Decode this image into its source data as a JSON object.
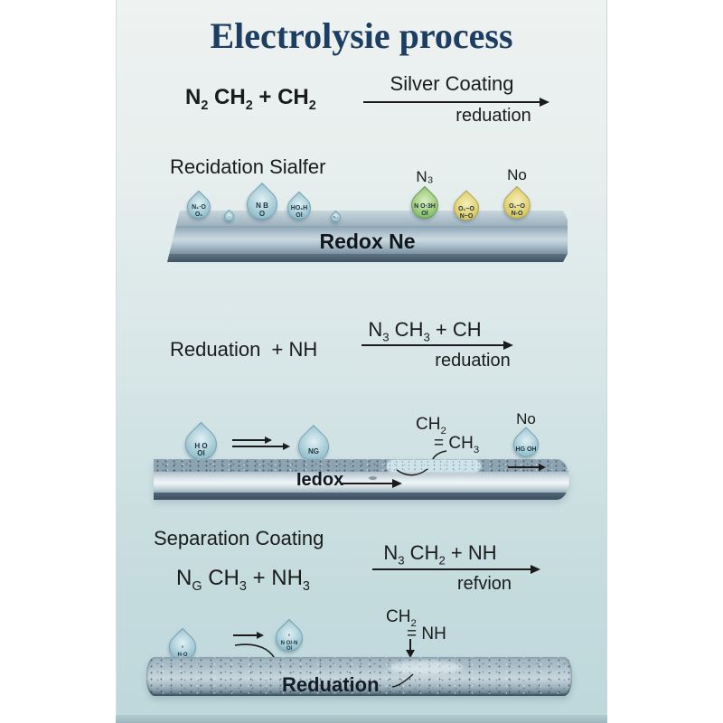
{
  "title": "Electrolysie process",
  "eq1": {
    "left": {
      "p1": "N",
      "s1": "2",
      "p2": " CH",
      "s2": "2",
      "p3": " + CH",
      "s3": "2"
    },
    "arrow_top": "Silver Coating",
    "arrow_bottom": "reduation"
  },
  "section1": {
    "label": "Recidation Sialfer",
    "rod_label": "Redox Ne",
    "drops": {
      "d1": {
        "l1": "N₁·O",
        "l2": "O₁"
      },
      "d2": {
        "l1": "·"
      },
      "d3": {
        "l1": "N B",
        "l2": "O"
      },
      "d4": {
        "l1": "HO₁H",
        "l2": "Ol"
      },
      "d5": {
        "l1": "°··"
      },
      "green": {
        "label": "N₃",
        "l1": "N O·3H",
        "l2": "Ol"
      },
      "yellow1": {
        "l1": "O₁~O",
        "l2": "N~O"
      },
      "yellow2": {
        "label": "No",
        "l1": "O₁~O",
        "l2": "N-O"
      }
    }
  },
  "eq2": {
    "left": "Reduation  + NH",
    "arrow_top": {
      "p1": "N",
      "s1": "3",
      "p2": " CH",
      "s2": "3",
      "p3": " + CH"
    },
    "arrow_bottom": "reduation"
  },
  "section2": {
    "rod_label": "Iedox",
    "drops": {
      "left": {
        "l1": "H O",
        "l2": "Ol"
      },
      "mid": {
        "l1": "NG"
      },
      "right": {
        "label": "No",
        "l1": "HG OH"
      }
    },
    "annotation": {
      "p1": "CH",
      "s1": "2",
      "p2": "= CH",
      "s2": "3"
    }
  },
  "eq3": {
    "label": "Separation Coating",
    "left": {
      "p1": "N",
      "s1": "G",
      "p2": " CH",
      "s2": "3",
      "p3": " + NH",
      "s3": "3"
    },
    "arrow_top": {
      "p1": "N",
      "s1": "3",
      "p2": " CH",
      "s2": "2",
      "p3": " + NH"
    },
    "arrow_bottom": "refvion"
  },
  "section3": {
    "rod_label": "Reduation",
    "drops": {
      "left": {
        "l1": "°",
        "l2": "H·O"
      },
      "right": {
        "l1": "°",
        "l2": "N Ol·N",
        "l3": "Ol"
      }
    },
    "annotation": {
      "p1": "CH",
      "s1": "2",
      "p2": "= NH"
    }
  },
  "colors": {
    "title": "#1d3e63",
    "ink": "#1b1b1b",
    "panel_top": "#edf1f0",
    "panel_bottom": "#bdd7db"
  }
}
